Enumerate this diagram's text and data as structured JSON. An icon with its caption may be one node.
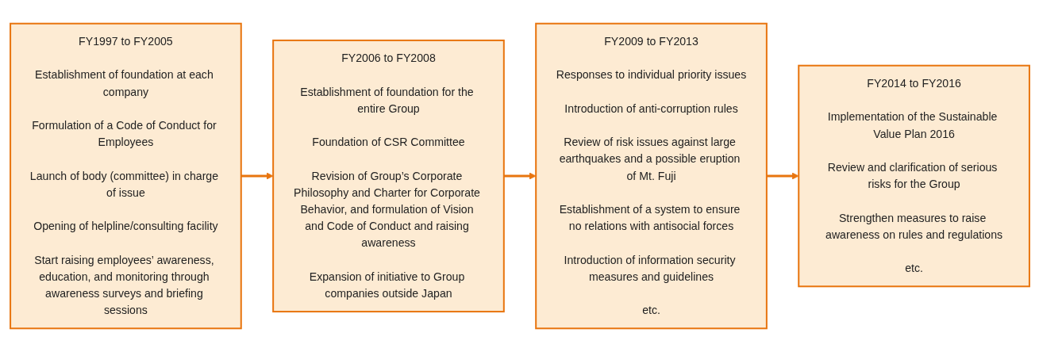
{
  "diagram": {
    "nodes": [
      {
        "text": [
          "FY1997 to FY2005",
          "Establishment of foundation at each company",
          "Formulation of a Code of Conduct for Employees",
          "Launch of body (committee) in charge of issue",
          "Opening of helpline/consulting facility",
          "Start raising employees’ awareness, education, and monitoring through awareness surveys and briefing sessions"
        ]
      },
      {
        "text": [
          "FY2006 to FY2008",
          "Establishment of foundation for the entire Group",
          "Foundation of CSR Committee",
          "Revision of Group’s Corporate Philosophy and Charter for Corporate Behavior, and formulation of Vision and Code of Conduct and raising awareness",
          "Expansion of initiative to Group companies outside Japan"
        ]
      },
      {
        "text": [
          "FY2009 to FY2013",
          "Responses to individual priority issues",
          "Introduction of anti-corruption rules",
          "Review of risk issues against large earthquakes and a possible eruption of Mt. Fuji",
          "Establishment of a system to ensure no relations with antisocial forces",
          "Introduction of information security measures and guidelines",
          "etc."
        ]
      },
      {
        "text": [
          "FY2014 to FY2016",
          "Implementation of the Sustainable Value Plan 2016",
          "Review and clarification of serious risks for the Group",
          "Strengthen measures to raise awareness on rules and regulations",
          "etc."
        ]
      }
    ],
    "edges": [
      {
        "from": 0,
        "to": 1,
        "arrow": "to"
      },
      {
        "from": 1,
        "to": 2,
        "arrow": "to"
      },
      {
        "from": 2,
        "to": 3,
        "arrow": "to"
      }
    ]
  }
}
